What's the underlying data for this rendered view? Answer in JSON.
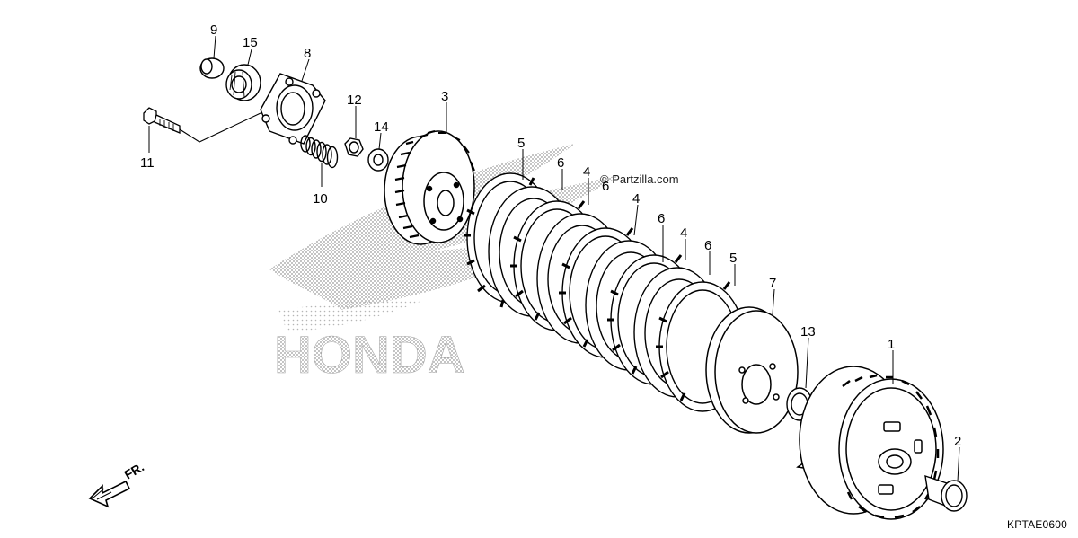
{
  "diagram": {
    "ref_code": "KPTAE0600",
    "watermark": "© Partzilla.com",
    "brand_logo_text": "HONDA",
    "direction_label": "FR.",
    "callouts": [
      "9",
      "15",
      "8",
      "11",
      "12",
      "14",
      "10",
      "3",
      "5",
      "6",
      "4",
      "6",
      "4",
      "6",
      "4",
      "6",
      "5",
      "7",
      "13",
      "1",
      "2"
    ]
  }
}
